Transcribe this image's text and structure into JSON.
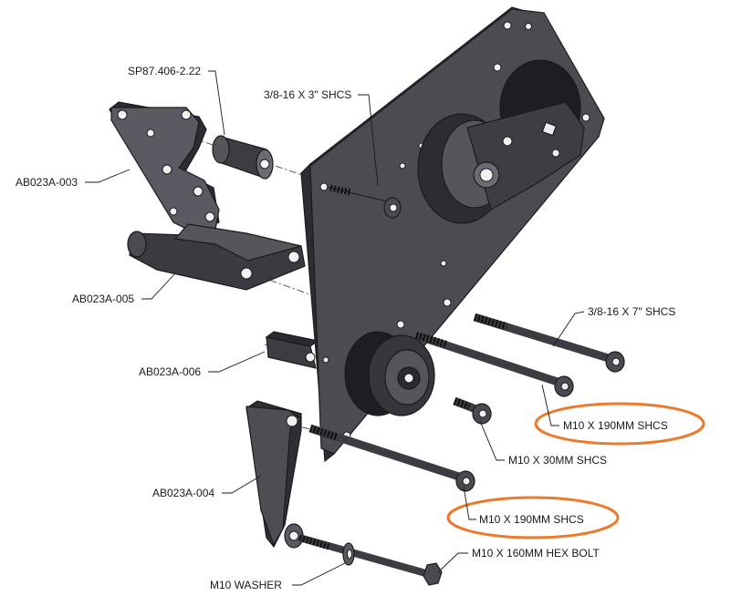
{
  "diagram": {
    "part_labels": {
      "spacer_top": "SP87.406-2.22",
      "screw_top": "3/8-16 X 3\" SHCS",
      "bracket_003": "AB023A-003",
      "bracket_005": "AB023A-005",
      "spacer_006": "AB023A-006",
      "screw_long_right": "3/8-16 X 7\" SHCS",
      "screw_m10_190_upper": "M10 X 190MM SHCS",
      "screw_m10_30": "M10 X 30MM SHCS",
      "arm_004": "AB023A-004",
      "screw_m10_190_lower": "M10 X 190MM SHCS",
      "hex_bolt": "M10 X 160MM HEX BOLT",
      "washer": "M10 WASHER"
    },
    "colors": {
      "part_fill": "#4a4a50",
      "part_dark": "#2c2c31",
      "part_light": "#6b6b72",
      "highlight_ring": "#ec7a2c",
      "line": "#1a1a1a"
    }
  }
}
